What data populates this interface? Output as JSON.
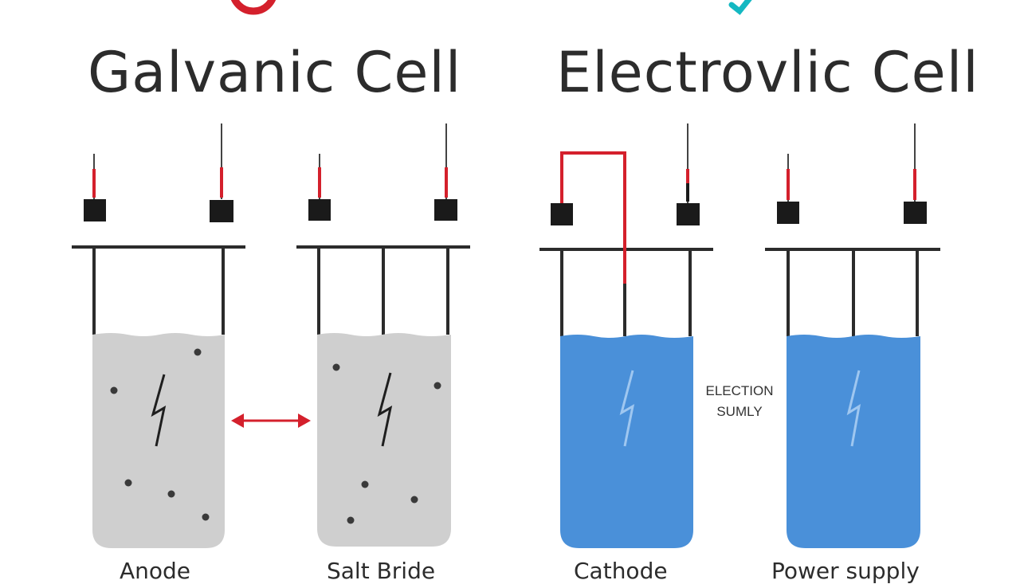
{
  "titles": {
    "left": "Galvanic Cell",
    "right": "Electrovlic Cell"
  },
  "labels": {
    "side_top": "ELECTION",
    "side_bottom": "SUMLY"
  },
  "captions": {
    "anode": "Anode",
    "salt_bridge": "Salt Bride",
    "cathode": "Cathode",
    "power_supply": "Power supply"
  },
  "colors": {
    "gray_solution": "#cfcfcf",
    "blue_solution": "#4a90d9",
    "wire_red": "#d4202c",
    "check_teal": "#14b8c2",
    "frame_dark": "#2b2b2b"
  }
}
